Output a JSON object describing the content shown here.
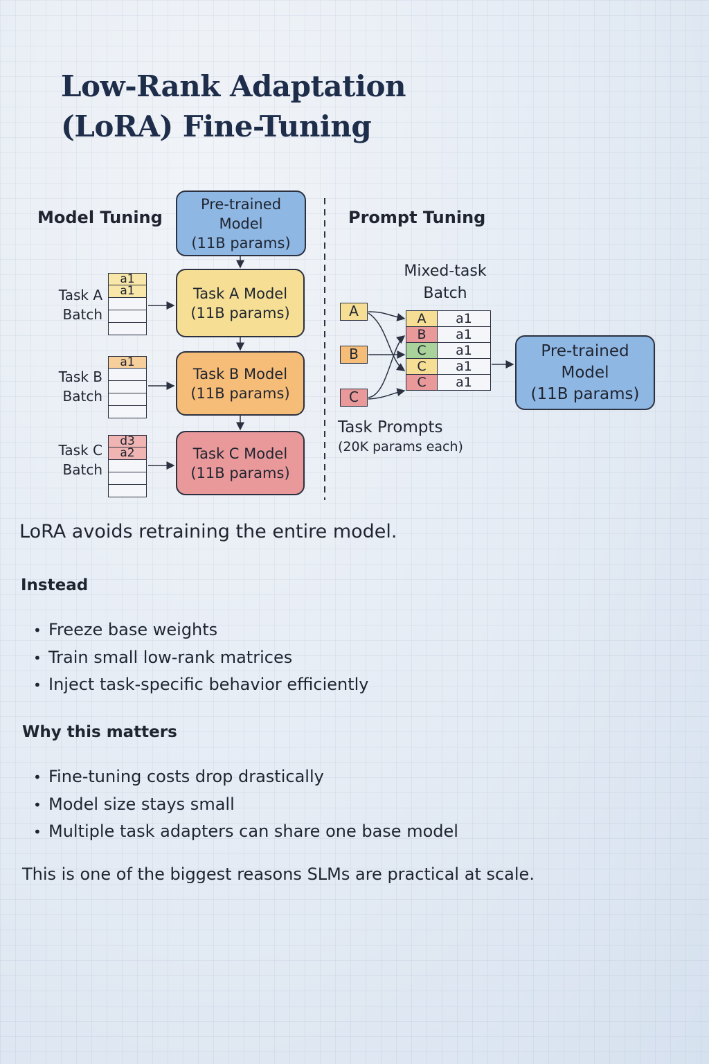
{
  "title": {
    "line1": "Low-Rank Adaptation",
    "line2": "(LoRA) Fine-Tuning"
  },
  "diagram": {
    "model_tuning": {
      "label": "Model Tuning",
      "pretrained": {
        "line1": "Pre-trained",
        "line2": "Model",
        "line3": "(11B params)"
      },
      "tasks": [
        {
          "batch_line1": "Task A",
          "batch_line2": "Batch",
          "cells": [
            "a1",
            "a1",
            "",
            "",
            ""
          ],
          "model_line1": "Task A Model",
          "model_line2": "(11B params)"
        },
        {
          "batch_line1": "Task B",
          "batch_line2": "Batch",
          "cells": [
            "a1",
            "",
            "",
            "",
            ""
          ],
          "model_line1": "Task B Model",
          "model_line2": "(11B params)"
        },
        {
          "batch_line1": "Task C",
          "batch_line2": "Batch",
          "cells": [
            "d3",
            "a2",
            "",
            "",
            ""
          ],
          "model_line1": "Task C Model",
          "model_line2": "(11B params)"
        }
      ]
    },
    "prompt_tuning": {
      "label": "Prompt Tuning",
      "mixed_batch": {
        "line1": "Mixed-task",
        "line2": "Batch"
      },
      "prompts": [
        "A",
        "B",
        "C"
      ],
      "rows": [
        {
          "task": "A",
          "value": "a1",
          "color": "#f6df94"
        },
        {
          "task": "B",
          "value": "a1",
          "color": "#e9999a"
        },
        {
          "task": "C",
          "value": "a1",
          "color": "#a9d39a"
        },
        {
          "task": "C",
          "value": "a1",
          "color": "#f6df94"
        },
        {
          "task": "C",
          "value": "a1",
          "color": "#e9999a"
        }
      ],
      "task_prompts": {
        "line1": "Task Prompts",
        "line2": "(20K params each)"
      },
      "pretrained": {
        "line1": "Pre-trained",
        "line2": "Model",
        "line3": "(11B params)"
      }
    }
  },
  "text": {
    "lead": "LoRA avoids retraining the entire model.",
    "instead": {
      "heading": "Instead",
      "bullets": [
        "Freeze base weights",
        "Train small low-rank matrices",
        "Inject task-specific behavior efficiently"
      ]
    },
    "why": {
      "heading": "Why this matters",
      "bullets": [
        "Fine-tuning costs drop drastically",
        "Model size stays small",
        "Multiple task adapters can share one base model"
      ]
    },
    "closing": "This is one of the biggest reasons SLMs are practical at scale."
  },
  "colors": {
    "blue": "#8fb7e3",
    "yellow": "#f6df94",
    "orange": "#f6bd78",
    "red": "#e9999a",
    "green": "#a9d39a",
    "title": "#1e2d4a"
  }
}
